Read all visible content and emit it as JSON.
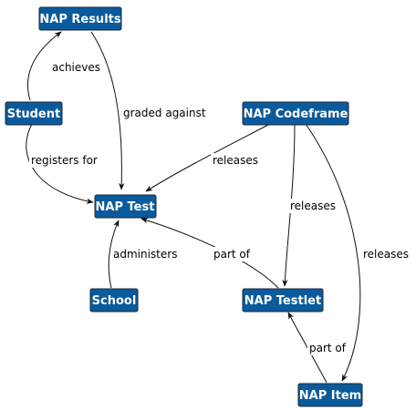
{
  "colors": {
    "node_fill": "#0a5a9c",
    "node_text": "#ffffff",
    "edge": "#111111"
  },
  "nodes": {
    "nap_results": "NAP Results",
    "student": "Student",
    "nap_codeframe": "NAP Codeframe",
    "nap_test": "NAP Test",
    "school": "School",
    "nap_testlet": "NAP Testlet",
    "nap_item": "NAP Item"
  },
  "edges": {
    "achieves": "achieves",
    "graded_against": "graded against",
    "registers_for": "registers for",
    "releases_test": "releases",
    "releases_testlet": "releases",
    "releases_item": "releases",
    "administers": "administers",
    "part_of_testlet": "part of",
    "part_of_item": "part of"
  }
}
